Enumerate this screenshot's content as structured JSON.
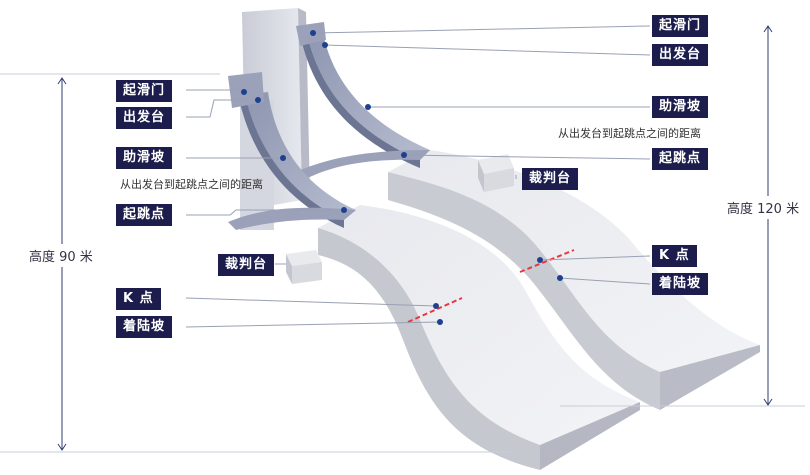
{
  "colors": {
    "label_bg": "#1c1d4d",
    "label_text": "#ffffff",
    "k_line": "#e8383d",
    "marker": "#1f3f8f",
    "guide": "#2f3f6e"
  },
  "small_hill": {
    "start_gate": "起滑门",
    "start_platform": "出发台",
    "inrun": "助滑坡",
    "inrun_note": "从出发台到起跳点之间的距离",
    "takeoff": "起跳点",
    "judges_tower": "裁判台",
    "k_point": "K 点",
    "landing_slope": "着陆坡",
    "height": "高度 90 米"
  },
  "large_hill": {
    "start_gate": "起滑门",
    "start_platform": "出发台",
    "inrun": "助滑坡",
    "inrun_note": "从出发台到起跳点之间的距离",
    "takeoff": "起跳点",
    "judges_tower": "裁判台",
    "k_point": "K 点",
    "landing_slope": "着陆坡",
    "height": "高度 120 米"
  }
}
